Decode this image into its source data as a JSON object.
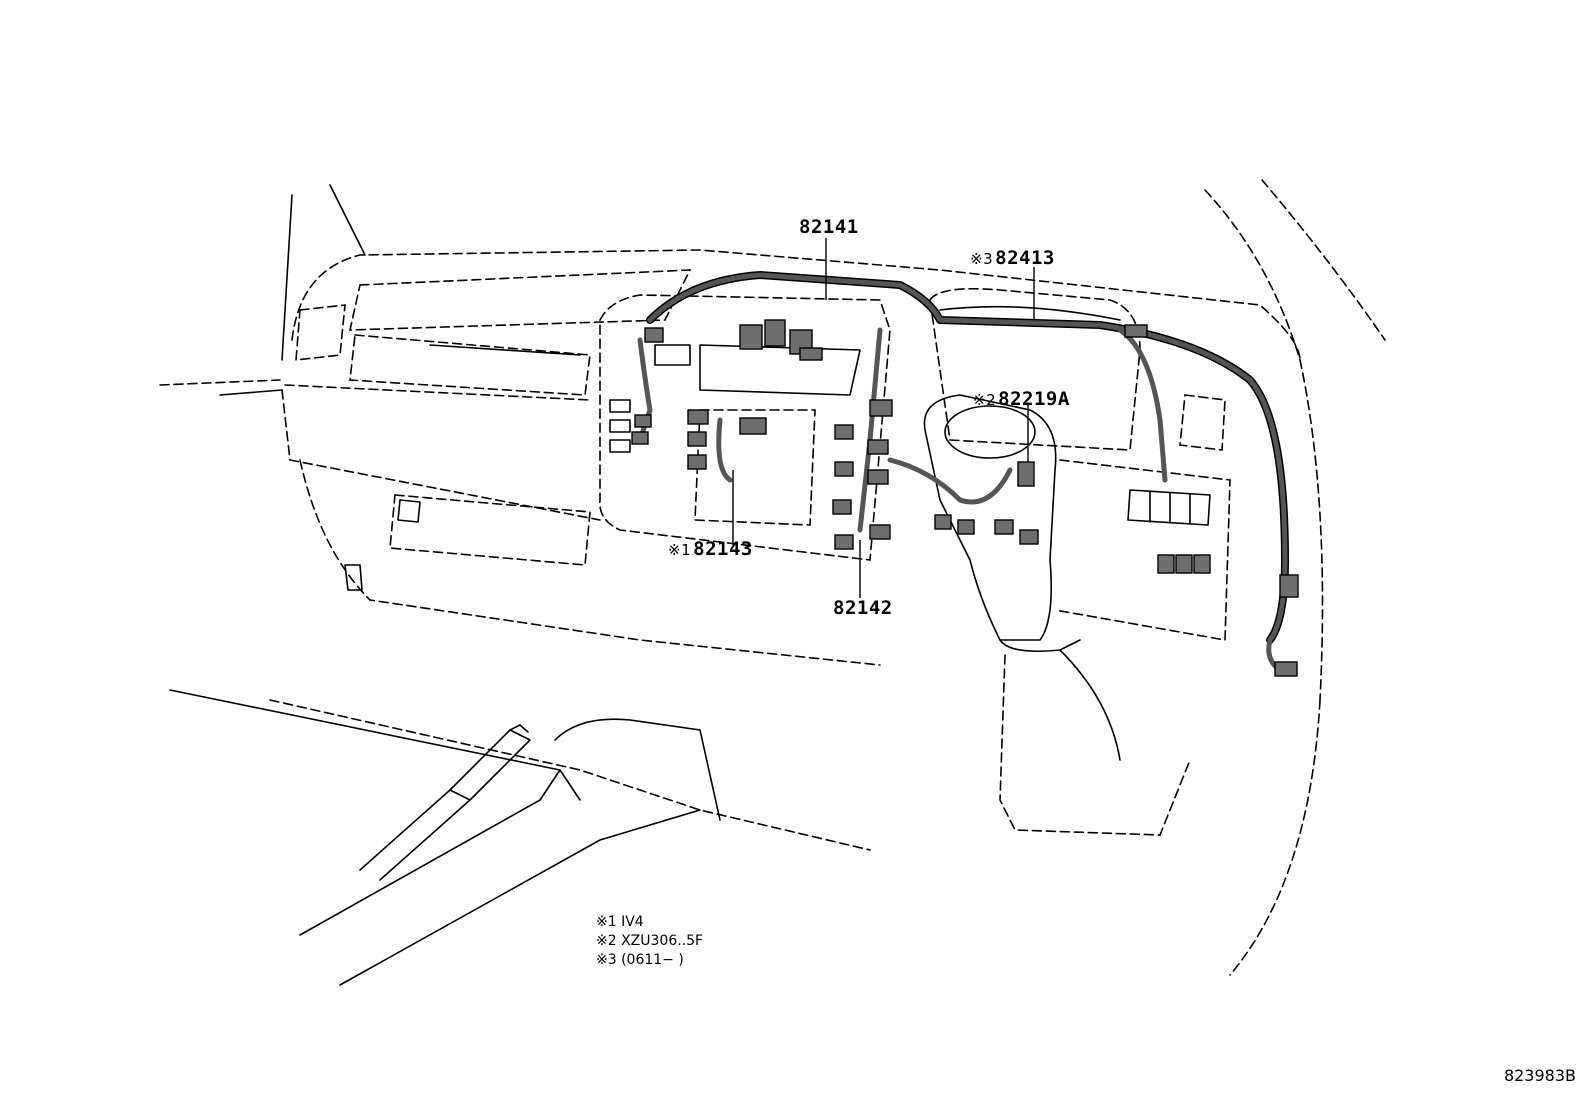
{
  "callouts": {
    "c82141": {
      "mark": "",
      "part": "82141"
    },
    "c82413": {
      "mark": "※3",
      "part": "82413"
    },
    "c82219A": {
      "mark": "※2",
      "part": "82219A"
    },
    "c82143": {
      "mark": "※1",
      "part": "82143"
    },
    "c82142": {
      "mark": "",
      "part": "82142"
    }
  },
  "notes": [
    "※1 IV4",
    "※2 XZU306..5F",
    "※3 (0611−      )"
  ],
  "figure_id": "823983B",
  "colors": {
    "line": "#000000",
    "harness": "#555555",
    "connector": "#6e6e6e",
    "background": "#ffffff"
  }
}
